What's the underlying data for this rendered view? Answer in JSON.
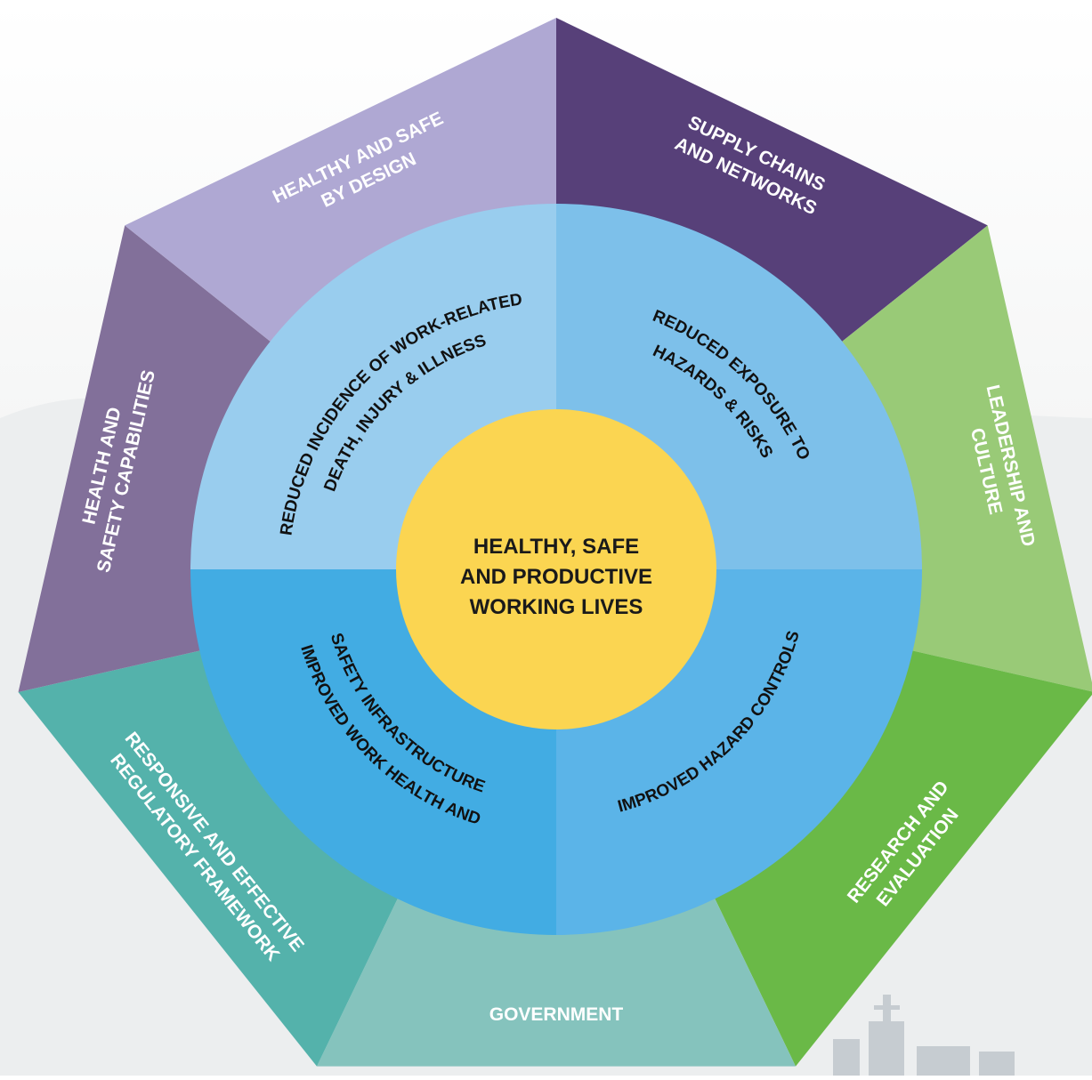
{
  "centre": {
    "lines": [
      "HEALTHY, SAFE",
      "AND PRODUCTIVE",
      "WORKING LIVES"
    ],
    "color": "#fbd551"
  },
  "outcomes": [
    {
      "line1": "REDUCED INCIDENCE OF WORK-RELATED",
      "line2": "DEATH, INJURY & ILLNESS",
      "color": "#99cdee"
    },
    {
      "line1": "REDUCED EXPOSURE TO",
      "line2": "HAZARDS & RISKS",
      "color": "#7dc0ea"
    },
    {
      "line1": "IMPROVED HAZARD CONTROLS",
      "line2": "",
      "color": "#5bb4e8"
    },
    {
      "line1": "IMPROVED WORK HEALTH AND",
      "line2": "SAFETY INFRASTRUCTURE",
      "color": "#42ace3"
    }
  ],
  "actions": [
    {
      "line1": "SUPPLY CHAINS",
      "line2": "AND NETWORKS",
      "color": "#574079"
    },
    {
      "line1": "LEADERSHIP AND",
      "line2": "CULTURE",
      "color": "#99ca77"
    },
    {
      "line1": "RESEARCH AND",
      "line2": "EVALUATION",
      "color": "#6ab947"
    },
    {
      "line1": "GOVERNMENT",
      "line2": "",
      "color": "#85c3bd"
    },
    {
      "line1": "RESPONSIVE AND EFFECTIVE",
      "line2": "REGULATORY FRAMEWORK",
      "color": "#54b2ab"
    },
    {
      "line1": "HEALTH AND",
      "line2": "SAFETY CAPABILITIES",
      "color": "#82709a"
    },
    {
      "line1": "HEALTHY AND SAFE",
      "line2": "BY DESIGN",
      "color": "#afa8d3"
    }
  ]
}
